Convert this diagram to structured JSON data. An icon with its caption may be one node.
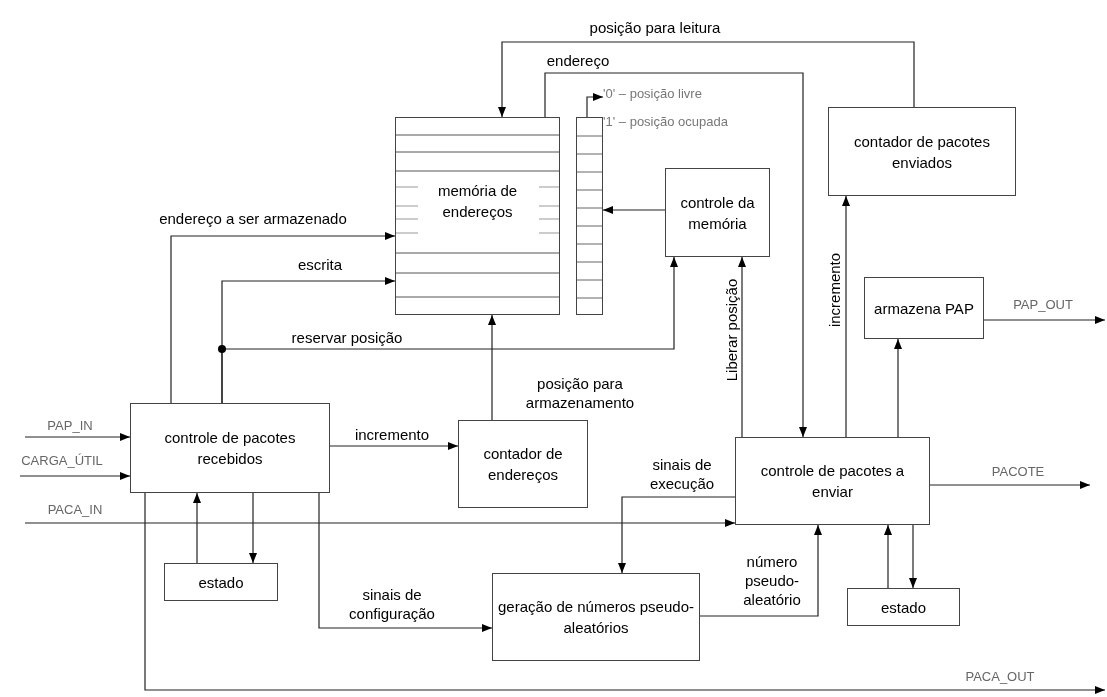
{
  "diagram": {
    "nodes": [
      {
        "text": [
          "memória de endereços"
        ]
      },
      {
        "text": [],
        "shape": "box"
      },
      {
        "text": [
          "'0' – posição livre",
          "'1' – posição ocupada"
        ]
      },
      {
        "text": [
          "controle da memória"
        ]
      },
      {
        "text": [
          "contador de pacotes enviados"
        ]
      },
      {
        "text": [
          "armazena PAP"
        ]
      },
      {
        "text": [
          "controle de pacotes recebidos"
        ]
      },
      {
        "text": [
          "contador de endereços"
        ]
      },
      {
        "text": [
          "estado"
        ]
      },
      {
        "text": [
          "controle de pacotes a enviar"
        ]
      },
      {
        "text": [
          "geração de números pseudo-aleatórios"
        ]
      },
      {
        "text": [
          "estado"
        ]
      }
    ],
    "edges": [
      {
        "from": null,
        "to": 6,
        "arrow": "to",
        "label": "PAP_IN"
      },
      {
        "from": null,
        "to": 6,
        "arrow": "to",
        "label": "CARGA_ÚTIL"
      },
      {
        "from": null,
        "to": 9,
        "arrow": "to",
        "label": "PACA_IN"
      },
      {
        "from": 6,
        "to": null,
        "arrow": "to",
        "label": "PACA_OUT"
      },
      {
        "from": 6,
        "to": 0,
        "arrow": "to",
        "label": "endereço a ser armazenado"
      },
      {
        "from": 6,
        "to": 0,
        "arrow": "to",
        "label": "escrita"
      },
      {
        "from": 6,
        "to": 3,
        "arrow": "to",
        "label": "reservar posição"
      },
      {
        "from": 6,
        "to": 7,
        "arrow": "to",
        "label": "incremento"
      },
      {
        "from": 7,
        "to": 0,
        "arrow": "to",
        "label": "posição para armazenamento"
      },
      {
        "from": 8,
        "to": 6,
        "arrow": "to"
      },
      {
        "from": 6,
        "to": 8,
        "arrow": "to"
      },
      {
        "from": 6,
        "to": 10,
        "arrow": "to",
        "label": "sinais de configuração"
      },
      {
        "from": 3,
        "to": 1,
        "arrow": "to"
      },
      {
        "from": 1,
        "to": 2,
        "arrow": "to"
      },
      {
        "from": 0,
        "to": 9,
        "arrow": "to",
        "label": "endereço"
      },
      {
        "from": 4,
        "to": 0,
        "arrow": "to",
        "label": "posição para leitura"
      },
      {
        "from": 9,
        "to": 3,
        "arrow": "to",
        "label": "Liberar posição"
      },
      {
        "from": 9,
        "to": 4,
        "arrow": "to",
        "label": "incremento"
      },
      {
        "from": 9,
        "to": 5,
        "arrow": "to"
      },
      {
        "from": 5,
        "to": null,
        "arrow": "to",
        "label": "PAP_OUT"
      },
      {
        "from": 9,
        "to": null,
        "arrow": "to",
        "label": "PACOTE"
      },
      {
        "from": 9,
        "to": 10,
        "arrow": "to",
        "label": "sinais de execução"
      },
      {
        "from": 10,
        "to": 9,
        "arrow": "to",
        "label": "número pseudo-aleatório"
      },
      {
        "from": 11,
        "to": 9,
        "arrow": "to"
      },
      {
        "from": 9,
        "to": 11,
        "arrow": "to"
      }
    ]
  }
}
